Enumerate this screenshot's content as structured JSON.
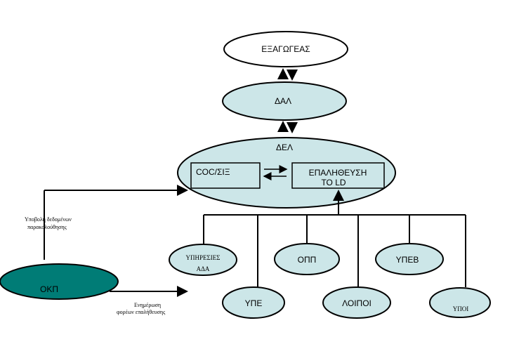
{
  "colors": {
    "white_fill": "#ffffff",
    "light_teal_fill": "#cce6e8",
    "dark_teal_fill": "#007c76",
    "outline": "#000000"
  },
  "nodes": {
    "exporter": "ΕΞΑΓΩΓΕΑΣ",
    "dal": "ΔΑΛ",
    "del": "ΔΕΛ",
    "cocsix": "COC/ΣΙΞ",
    "verification_line1": "ΕΠΑΛΗΘΕΥΣΗ",
    "verification_line2": "ΤΟ LD",
    "services_line1": "ΥΠΗΡΕΣΙΕΣ",
    "services_line2": "ΑΔΑ",
    "opp": "ΟΠΠ",
    "ypev": "ΥΠΕΒ",
    "ype": "ΥΠΕ",
    "loipoi": "ΛΟΙΠΟΙ",
    "ypoi": "ΥΠΟΙ",
    "okp": "ΟΚΠ"
  },
  "annotations": {
    "submission_line1": "Υποβολή δεδομένων",
    "submission_line2": "παρακολούθησης",
    "notification_line1": "Ενημέρωση",
    "notification_line2": "φορέων επαλήθευσης"
  }
}
